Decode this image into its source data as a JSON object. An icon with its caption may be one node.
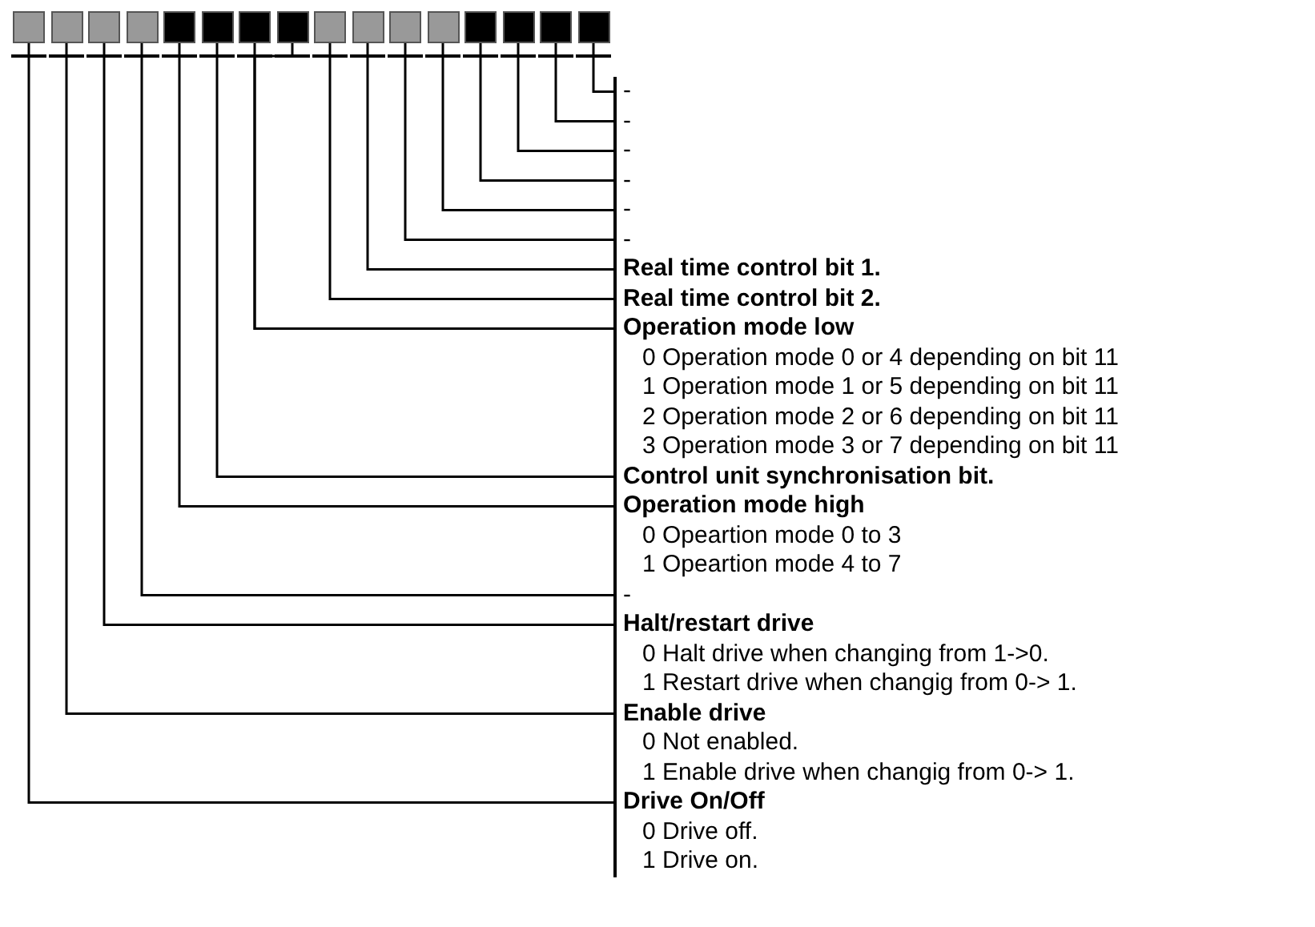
{
  "diagram": {
    "nodes": [
      {
        "text": [],
        "shape": "box"
      },
      {
        "text": [],
        "shape": "box"
      },
      {
        "text": [],
        "shape": "box"
      },
      {
        "text": [],
        "shape": "box"
      },
      {
        "text": [],
        "shape": "box"
      },
      {
        "text": [],
        "shape": "box"
      },
      {
        "text": [],
        "shape": "box"
      },
      {
        "text": [],
        "shape": "box"
      },
      {
        "text": [],
        "shape": "box"
      },
      {
        "text": [],
        "shape": "box"
      },
      {
        "text": [],
        "shape": "box"
      },
      {
        "text": [],
        "shape": "box"
      },
      {
        "text": [],
        "shape": "box"
      },
      {
        "text": [],
        "shape": "box"
      },
      {
        "text": [],
        "shape": "box"
      },
      {
        "text": [],
        "shape": "box"
      },
      {
        "text": [
          "-"
        ]
      },
      {
        "text": [
          "-"
        ]
      },
      {
        "text": [
          "-"
        ]
      },
      {
        "text": [
          "-"
        ]
      },
      {
        "text": [
          "-"
        ]
      },
      {
        "text": [
          "-"
        ]
      },
      {
        "text": [
          "Real time control bit 1."
        ]
      },
      {
        "text": [
          "Real time control bit 2."
        ]
      },
      {
        "text": [
          "Operation mode low",
          "0 Operation mode 0 or 4 depending on bit 11",
          "1 Operation mode 1 or 5 depending on bit 11",
          "2 Operation mode 2 or 6 depending on bit 11",
          "3 Operation mode 3 or 7 depending on bit 11"
        ]
      },
      {
        "text": [
          "Control unit synchronisation bit."
        ]
      },
      {
        "text": [
          "Operation mode high",
          "0 Opeartion mode 0 to 3",
          "1 Opeartion mode 4 to 7"
        ]
      },
      {
        "text": [
          "-"
        ]
      },
      {
        "text": [
          "Halt/restart drive",
          "0 Halt drive when changing from 1->0.",
          "1 Restart drive when changig from 0-> 1."
        ]
      },
      {
        "text": [
          "Enable drive",
          "0 Not enabled.",
          "1 Enable drive when changig from 0-> 1."
        ]
      },
      {
        "text": [
          "Drive On/Off",
          "0 Drive off.",
          "1 Drive on."
        ]
      }
    ],
    "edges": [
      {
        "from": 16,
        "to": 15,
        "arrow": "none"
      },
      {
        "from": 17,
        "to": 14,
        "arrow": "none"
      },
      {
        "from": 18,
        "to": 13,
        "arrow": "none"
      },
      {
        "from": 19,
        "to": 12,
        "arrow": "none"
      },
      {
        "from": 20,
        "to": 11,
        "arrow": "none"
      },
      {
        "from": 21,
        "to": 10,
        "arrow": "none"
      },
      {
        "from": 22,
        "to": 9,
        "arrow": "none"
      },
      {
        "from": 23,
        "to": 8,
        "arrow": "none"
      },
      {
        "from": 24,
        "to": 6,
        "arrow": "none"
      },
      {
        "from": 24,
        "to": 7,
        "arrow": "none"
      },
      {
        "from": 25,
        "to": 5,
        "arrow": "none"
      },
      {
        "from": 26,
        "to": 4,
        "arrow": "none"
      },
      {
        "from": 27,
        "to": 3,
        "arrow": "none"
      },
      {
        "from": 28,
        "to": 2,
        "arrow": "none"
      },
      {
        "from": 29,
        "to": 1,
        "arrow": "none"
      },
      {
        "from": 30,
        "to": 0,
        "arrow": "none"
      }
    ]
  }
}
